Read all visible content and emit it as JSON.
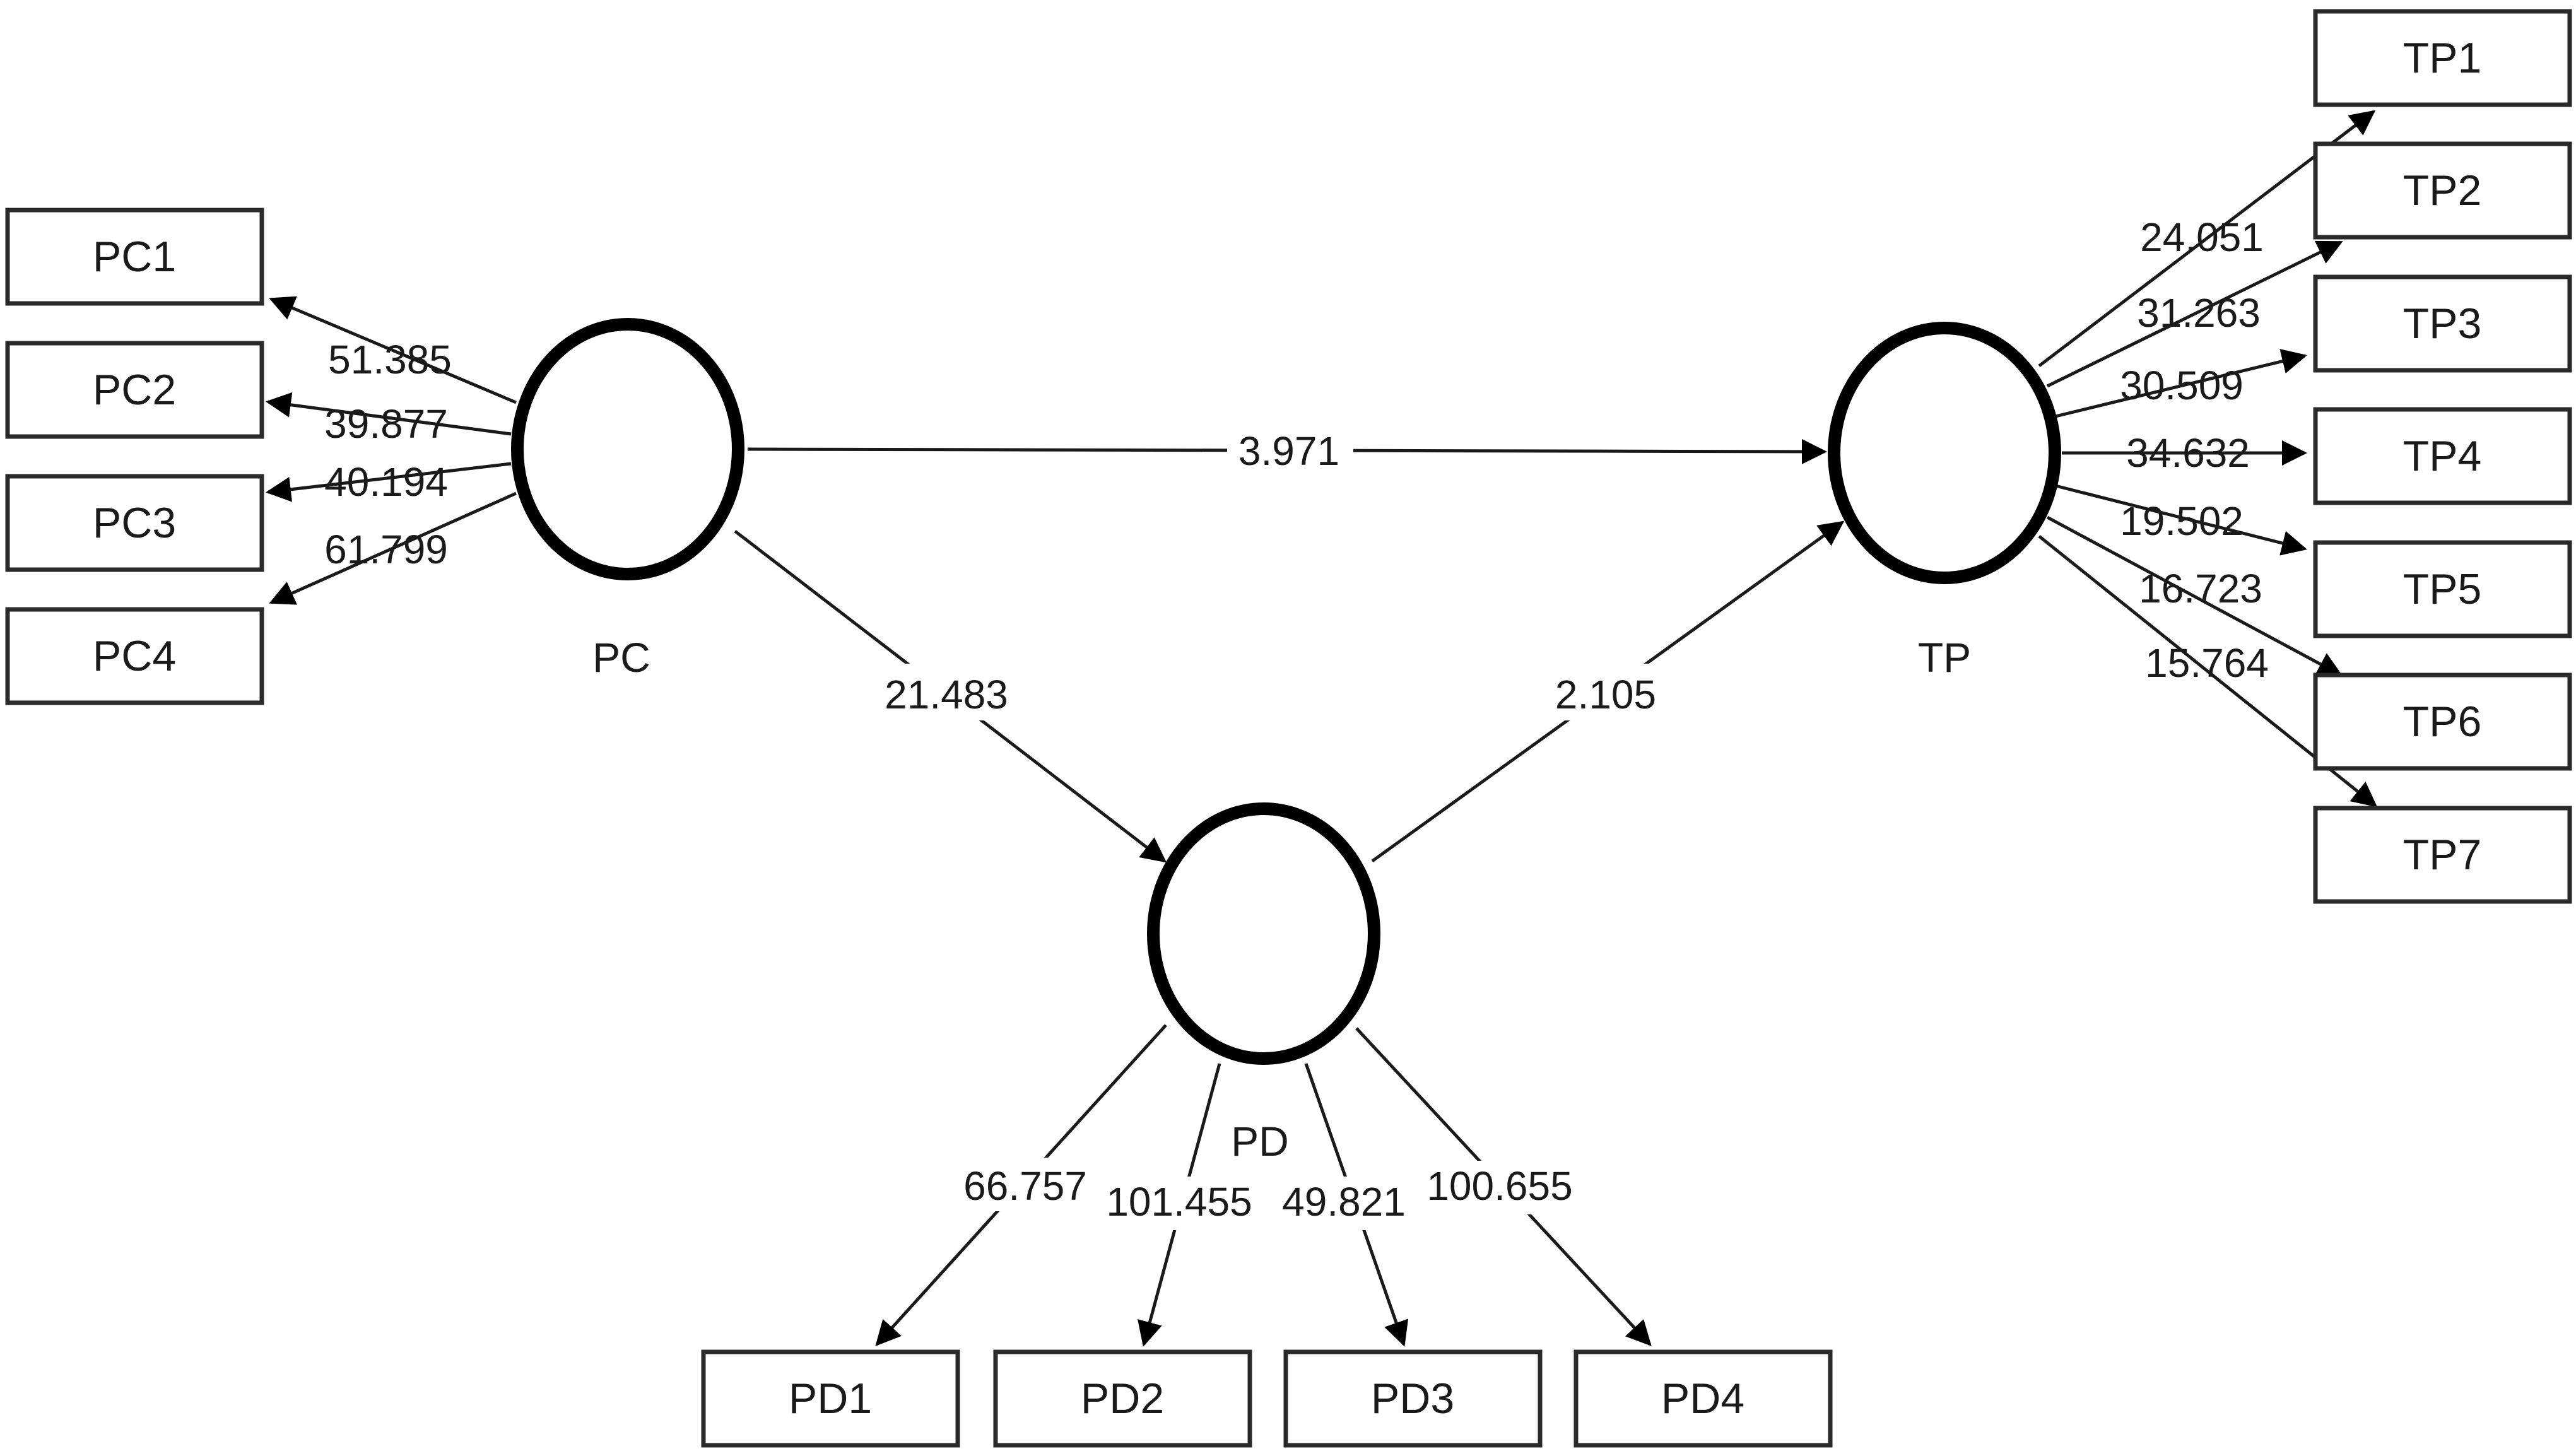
{
  "latent_variables": {
    "pc": {
      "label": "PC"
    },
    "pd": {
      "label": "PD"
    },
    "tp": {
      "label": "TP"
    }
  },
  "indicators": {
    "pc": [
      {
        "label": "PC1",
        "value": "51.385"
      },
      {
        "label": "PC2",
        "value": "39.877"
      },
      {
        "label": "PC3",
        "value": "40.194"
      },
      {
        "label": "PC4",
        "value": "61.799"
      }
    ],
    "pd": [
      {
        "label": "PD1",
        "value": "66.757"
      },
      {
        "label": "PD2",
        "value": "101.455"
      },
      {
        "label": "PD3",
        "value": "49.821"
      },
      {
        "label": "PD4",
        "value": "100.655"
      }
    ],
    "tp": [
      {
        "label": "TP1",
        "value": "24.051"
      },
      {
        "label": "TP2",
        "value": "31.263"
      },
      {
        "label": "TP3",
        "value": "30.509"
      },
      {
        "label": "TP4",
        "value": "34.632"
      },
      {
        "label": "TP5",
        "value": "19.502"
      },
      {
        "label": "TP6",
        "value": "16.723"
      },
      {
        "label": "TP7",
        "value": "15.764"
      }
    ]
  },
  "paths": {
    "pc_tp": "3.971",
    "pc_pd": "21.483",
    "pd_tp": "2.105"
  }
}
